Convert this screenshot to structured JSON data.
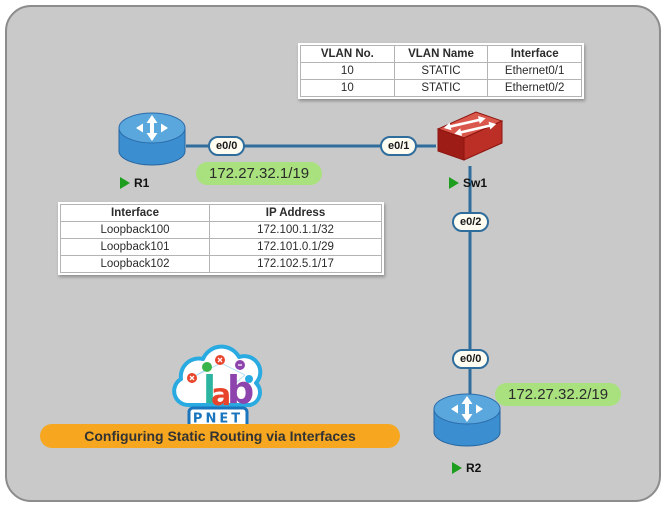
{
  "banner": {
    "label": "Configuring Static Routing via Interfaces"
  },
  "vlan_table": {
    "headers": [
      "VLAN No.",
      "VLAN Name",
      "Interface"
    ],
    "rows": [
      [
        "10",
        "STATIC",
        "Ethernet0/1"
      ],
      [
        "10",
        "STATIC",
        "Ethernet0/2"
      ]
    ]
  },
  "loopback_table": {
    "headers": [
      "Interface",
      "IP Address"
    ],
    "rows": [
      [
        "Loopback100",
        "172.100.1.1/32"
      ],
      [
        "Loopback101",
        "172.101.0.1/29"
      ],
      [
        "Loopback102",
        "172.102.5.1/17"
      ]
    ]
  },
  "nodes": {
    "r1": {
      "label": "R1",
      "type": "router"
    },
    "sw1": {
      "label": "Sw1",
      "type": "switch"
    },
    "r2": {
      "label": "R2",
      "type": "router"
    }
  },
  "interface_labels": {
    "r1_e00": "e0/0",
    "sw1_e01": "e0/1",
    "sw1_e02": "e0/2",
    "r2_e00": "e0/0"
  },
  "ip_labels": {
    "r1": "172.27.32.1/19",
    "r2": "172.27.32.2/19"
  },
  "logo": {
    "lab_letters": [
      "l",
      "a",
      "b"
    ],
    "name": "PNET"
  },
  "colors": {
    "canvas_bg": "#c9c9c9",
    "link": "#2e6d9c",
    "ip_pill_bg": "#a9e17e",
    "banner_bg": "#f6a71f",
    "router_blue": "#3b8fd0",
    "switch_red": "#c0342a",
    "play_green": "#1e9e1e",
    "logo_blue": "#29abe2",
    "logo_text_blue": "#1b75bc"
  }
}
